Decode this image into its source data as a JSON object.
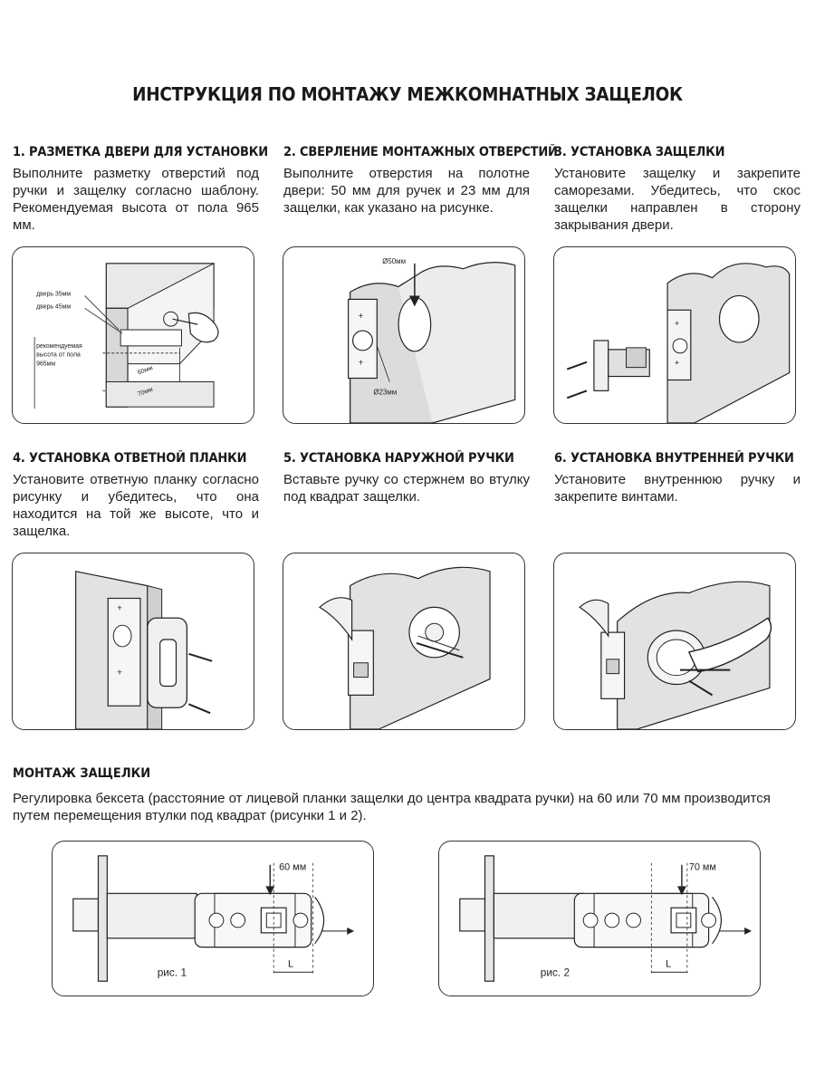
{
  "title": "ИНСТРУКЦИЯ ПО МОНТАЖУ МЕЖКОМНАТНЫХ ЗАЩЕЛОК",
  "steps": [
    {
      "heading": "1. РАЗМЕТКА ДВЕРИ ДЛЯ УСТАНОВКИ",
      "text": "Выполните разметку отверстий под ручки и защелку согласно шаблону. Рекомендуемая высота от пола 965 мм.",
      "labels": {
        "door35": "дверь 35мм",
        "door45": "дверь 45мм",
        "height1": "рекомендуемая",
        "height2": "высота от пола",
        "height3": "965мм",
        "dim60": "60мм",
        "dim70": "70мм"
      }
    },
    {
      "heading": "2. СВЕРЛЕНИЕ МОНТАЖНЫХ ОТВЕРСТИЙ",
      "text": "Выполните отверстия на полотне двери: 50 мм для ручек и 23 мм для защелки, как указано на рисунке.",
      "labels": {
        "d50": "Ø50мм",
        "d23": "Ø23мм"
      }
    },
    {
      "heading": "3. УСТАНОВКА ЗАЩЕЛКИ",
      "text": "Установите защелку и закрепите саморезами. Убедитесь, что скос защелки направлен в сторону закрывания двери."
    },
    {
      "heading": "4. УСТАНОВКА ОТВЕТНОЙ ПЛАНКИ",
      "text": "Установите ответную планку согласно рисунку и убедитесь, что она находится на той же высоте, что и защелка."
    },
    {
      "heading": "5. УСТАНОВКА НАРУЖНОЙ РУЧКИ",
      "text": "Вставьте ручку со стержнем во втулку под квадрат защелки."
    },
    {
      "heading": "6. УСТАНОВКА ВНУТРЕННЕЙ РУЧКИ",
      "text": "Установите внутреннюю ручку и закрепите винтами."
    }
  ],
  "mount": {
    "heading": "МОНТАЖ ЗАЩЕЛКИ",
    "text": "Регулировка бексета (расстояние от лицевой планки защелки до центра квадрата ручки) на 60 или 70 мм производится путем перемещения втулки под квадрат (рисунки 1 и 2).",
    "fig1": {
      "caption": "рис. 1",
      "dim": "60 мм",
      "l": "L"
    },
    "fig2": {
      "caption": "рис. 2",
      "dim": "70 мм",
      "l": "L"
    }
  }
}
